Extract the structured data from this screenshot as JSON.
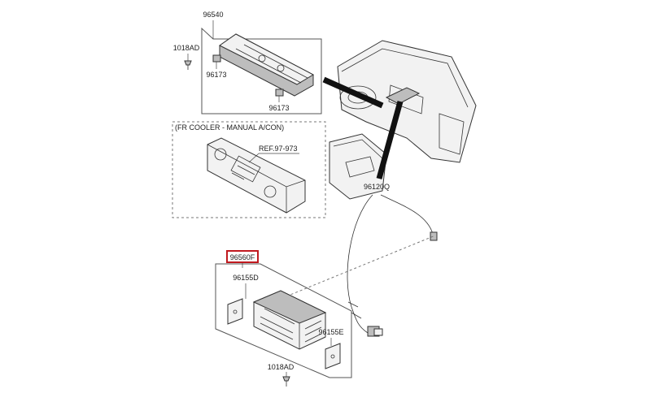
{
  "diagram": {
    "labels": {
      "control_assembly": "96540",
      "bolt_top": "1018AD",
      "knob_left": "96173",
      "knob_right": "96173",
      "variant_title": "(FR COOLER - MANUAL A/CON)",
      "reference": "REF.97-973",
      "usb_cable": "96120Q",
      "av_unit": "96560F",
      "bracket_left": "96155D",
      "bracket_right": "96155E",
      "bolt_bottom": "1018AD"
    },
    "highlight_color": "#c0191f",
    "selected_part": "96560F"
  }
}
